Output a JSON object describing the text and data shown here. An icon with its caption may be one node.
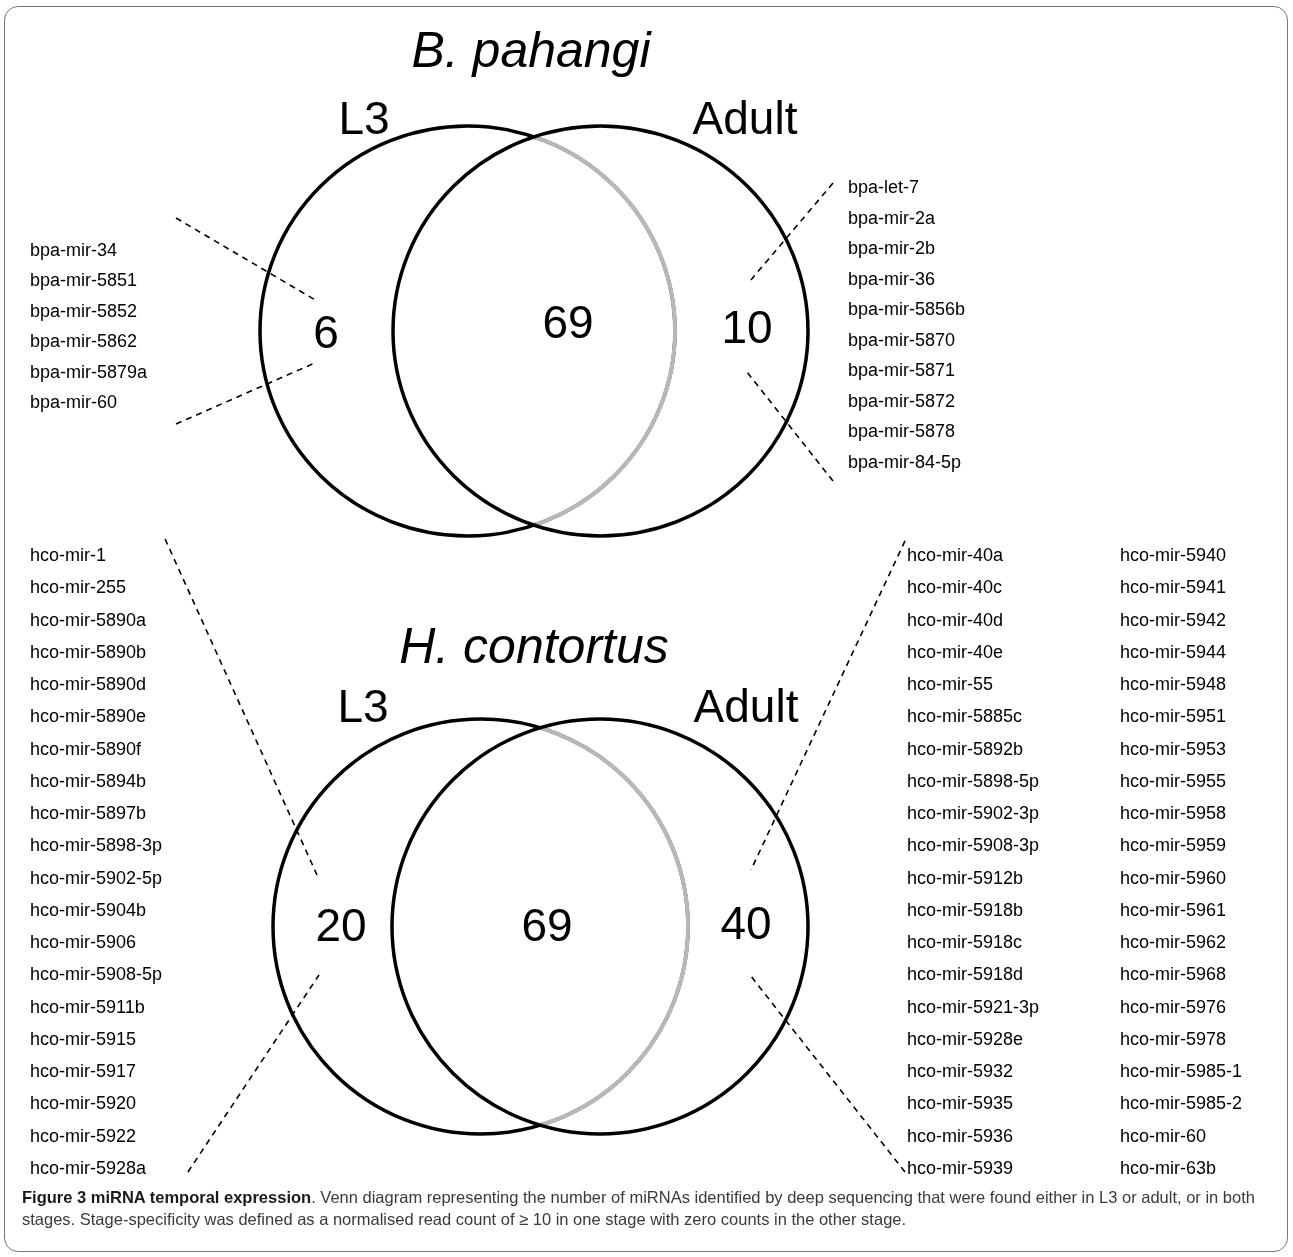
{
  "diagram": {
    "caption": "**Figure 3 miRNA temporal expression**. Venn diagram representing the number of miRNAs identified by deep sequencing that were found either in L3 or adult, or in both stages. Stage-specificity was defined as a normalised read count of ≥ 10 in one stage with zero counts in the other stage.",
    "nodes": [
      {
        "text": [
          "L3"
        ]
      },
      {
        "text": [
          "Adult"
        ]
      },
      {
        "text": [
          "6"
        ],
        "in": 0
      },
      {
        "text": [
          "69"
        ]
      },
      {
        "text": [
          "10"
        ],
        "in": 1
      },
      {
        "text": [
          "bpa-mir-34",
          "bpa-mir-5851",
          "bpa-mir-5852",
          "bpa-mir-5862",
          "bpa-mir-5879a",
          "bpa-mir-60"
        ]
      },
      {
        "text": [
          "bpa-let-7",
          "bpa-mir-2a",
          "bpa-mir-2b",
          "bpa-mir-36",
          "bpa-mir-5856b",
          "bpa-mir-5870",
          "bpa-mir-5871",
          "bpa-mir-5872",
          "bpa-mir-5878",
          "bpa-mir-84-5p"
        ]
      },
      {
        "text": [
          "L3"
        ]
      },
      {
        "text": [
          "Adult"
        ]
      },
      {
        "text": [
          "20"
        ],
        "in": 7
      },
      {
        "text": [
          "69"
        ]
      },
      {
        "text": [
          "40"
        ],
        "in": 8
      },
      {
        "text": [
          "hco-mir-1",
          "hco-mir-255",
          "hco-mir-5890a",
          "hco-mir-5890b",
          "hco-mir-5890d",
          "hco-mir-5890e",
          "hco-mir-5890f",
          "hco-mir-5894b",
          "hco-mir-5897b",
          "hco-mir-5898-3p",
          "hco-mir-5902-5p",
          "hco-mir-5904b",
          "hco-mir-5906",
          "hco-mir-5908-5p",
          "hco-mir-5911b",
          "hco-mir-5915",
          "hco-mir-5917",
          "hco-mir-5920",
          "hco-mir-5922",
          "hco-mir-5928a"
        ]
      },
      {
        "text": [
          "hco-mir-40a",
          "hco-mir-40c",
          "hco-mir-40d",
          "hco-mir-40e",
          "hco-mir-55",
          "hco-mir-5885c",
          "hco-mir-5892b",
          "hco-mir-5898-5p",
          "hco-mir-5902-3p",
          "hco-mir-5908-3p",
          "hco-mir-5912b",
          "hco-mir-5918b",
          "hco-mir-5918c",
          "hco-mir-5918d",
          "hco-mir-5921-3p",
          "hco-mir-5928e",
          "hco-mir-5932",
          "hco-mir-5935",
          "hco-mir-5936",
          "hco-mir-5939",
          "hco-mir-5940",
          "hco-mir-5941",
          "hco-mir-5942",
          "hco-mir-5944",
          "hco-mir-5948",
          "hco-mir-5951",
          "hco-mir-5953",
          "hco-mir-5955",
          "hco-mir-5958",
          "hco-mir-5959",
          "hco-mir-5960",
          "hco-mir-5961",
          "hco-mir-5962",
          "hco-mir-5968",
          "hco-mir-5976",
          "hco-mir-5978",
          "hco-mir-5985-1",
          "hco-mir-5985-2",
          "hco-mir-60",
          "hco-mir-63b"
        ]
      }
    ],
    "edges": [
      {
        "from": 5,
        "to": 2,
        "arrow": "none",
        "style": "dashed"
      },
      {
        "from": 5,
        "to": 2,
        "arrow": "none",
        "style": "dashed"
      },
      {
        "from": 6,
        "to": 4,
        "arrow": "none",
        "style": "dashed"
      },
      {
        "from": 6,
        "to": 4,
        "arrow": "none",
        "style": "dashed"
      },
      {
        "from": 12,
        "to": 9,
        "arrow": "none",
        "style": "dashed"
      },
      {
        "from": 12,
        "to": 9,
        "arrow": "none",
        "style": "dashed"
      },
      {
        "from": 13,
        "to": 11,
        "arrow": "none",
        "style": "dashed"
      },
      {
        "from": 13,
        "to": 11,
        "arrow": "none",
        "style": "dashed"
      }
    ],
    "labels": [
      "B. pahangi",
      "H. contortus"
    ]
  }
}
